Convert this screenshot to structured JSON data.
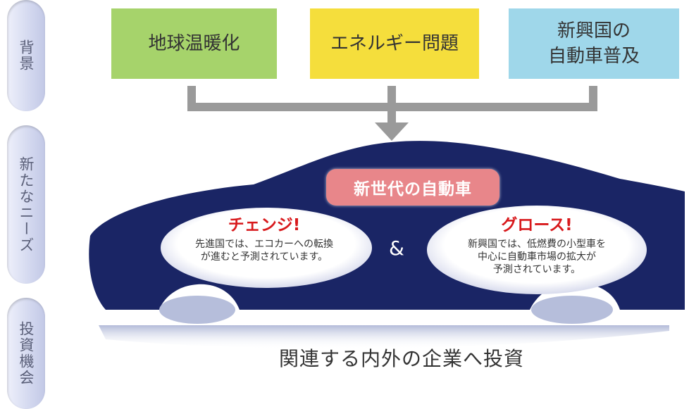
{
  "side_tabs": {
    "background": "背景",
    "needs": "新たなニーズ",
    "investment": "投資機会"
  },
  "factors": {
    "global_warming": "地球温暖化",
    "energy_issue": "エネルギー問題",
    "emerging_line1": "新興国の",
    "emerging_line2": "自動車普及"
  },
  "car": {
    "label": "新世代の自動車",
    "ampersand": "&",
    "change": {
      "title": "チェンジ!",
      "line1": "先進国では、エコカーへの転換",
      "line2": "が進むと予測されています。"
    },
    "growth": {
      "title": "グロース!",
      "line1": "新興国では、低燃費の小型車を",
      "line2": "中心に自動車市場の拡大が",
      "line3": "予測されています。"
    }
  },
  "investment_text": "関連する内外の企業へ投資",
  "colors": {
    "box_green": "#a6d36b",
    "box_yellow": "#f5de3c",
    "box_blue": "#9fd7ea",
    "car_navy": "#1a2565",
    "pill_pink": "#e8868a",
    "title_red": "#d8191c",
    "connector_gray": "#9a9a9a"
  }
}
